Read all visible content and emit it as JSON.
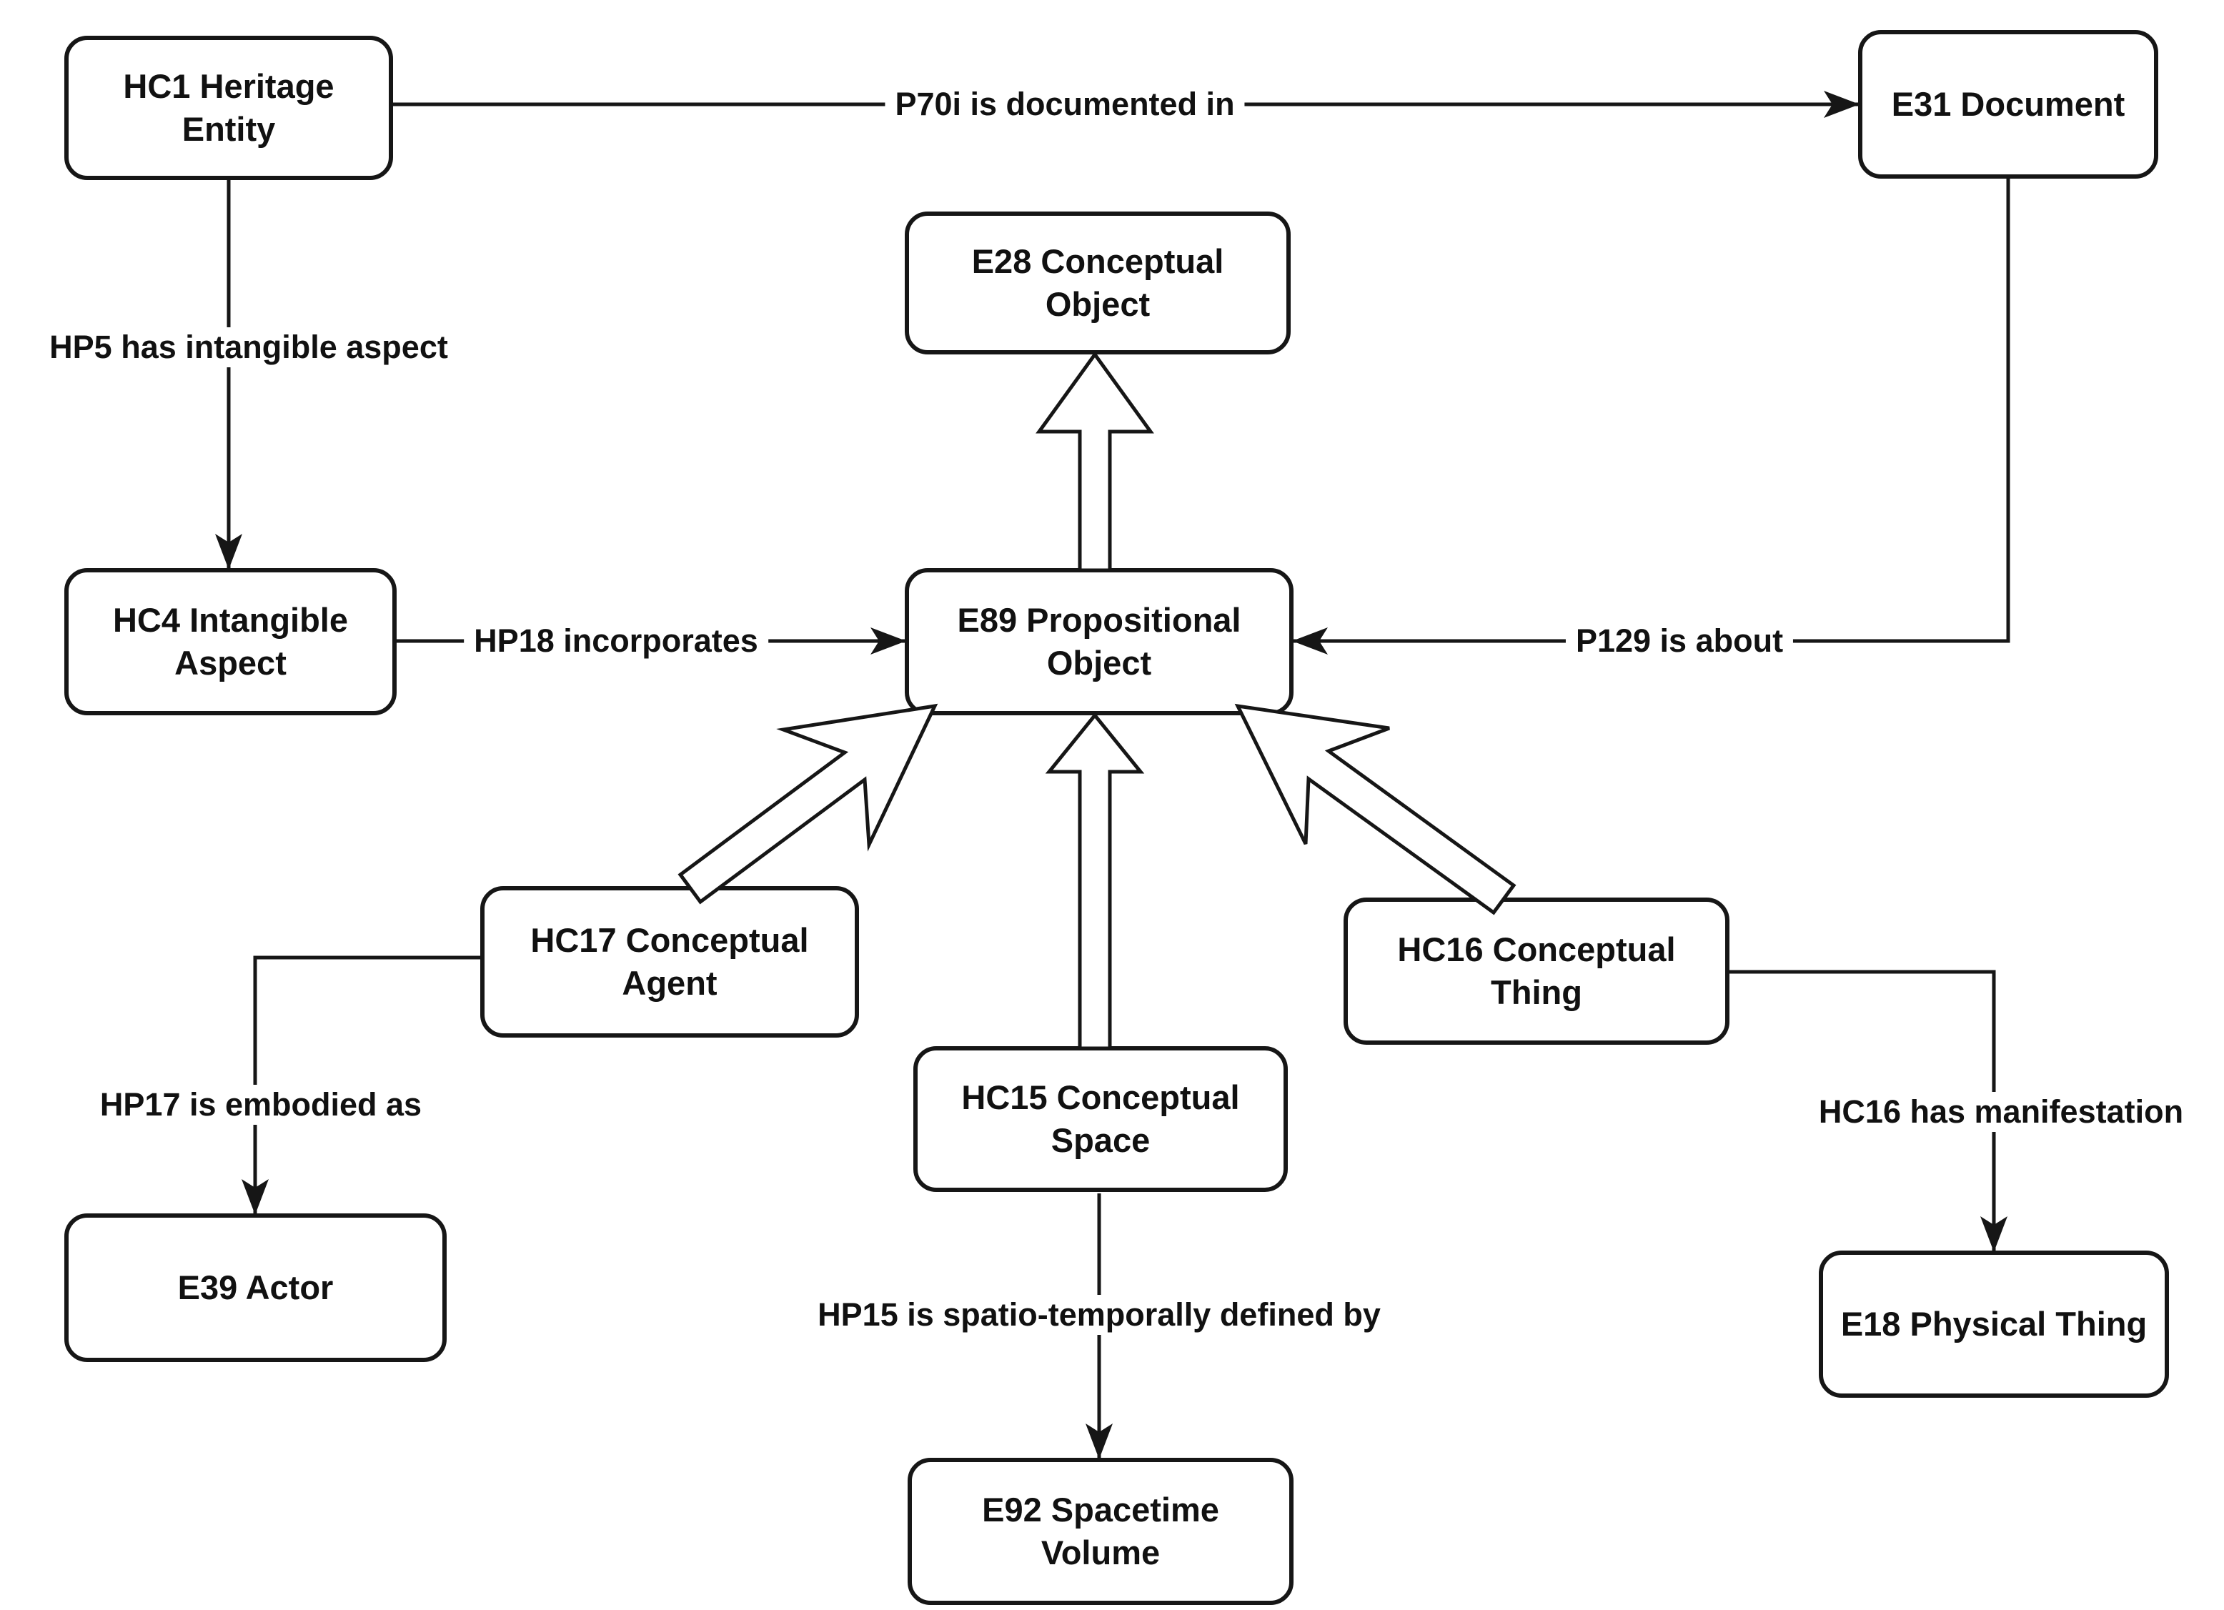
{
  "canvas": {
    "background": "#ffffff",
    "line_color": "#161616",
    "node_fill": "#ffffff",
    "node_border": "#161616",
    "text_color": "#111111"
  },
  "nodes": {
    "hc1": {
      "label": "HC1 Heritage\nEntity"
    },
    "e31": {
      "label": "E31 Document"
    },
    "e28": {
      "label": "E28 Conceptual\nObject"
    },
    "e89": {
      "label": "E89 Propositional\nObject"
    },
    "hc4": {
      "label": "HC4 Intangible\nAspect"
    },
    "hc17": {
      "label": "HC17 Conceptual\nAgent"
    },
    "hc16": {
      "label": "HC16 Conceptual\nThing"
    },
    "hc15": {
      "label": "HC15 Conceptual\nSpace"
    },
    "e39": {
      "label": "E39 Actor"
    },
    "e18": {
      "label": "E18 Physical Thing"
    },
    "e92": {
      "label": "E92 Spacetime\nVolume"
    }
  },
  "edges": {
    "p70i": {
      "label": "P70i is documented in",
      "from": "HC1 Heritage Entity",
      "to": "E31 Document",
      "style": "solid-arrow"
    },
    "hp5": {
      "label": "HP5 has intangible aspect",
      "from": "HC1 Heritage Entity",
      "to": "HC4 Intangible Aspect",
      "style": "solid-arrow"
    },
    "hp18": {
      "label": "HP18 incorporates",
      "from": "HC4 Intangible Aspect",
      "to": "E89 Propositional Object",
      "style": "solid-arrow"
    },
    "p129": {
      "label": "P129 is about",
      "from": "E31 Document",
      "to": "E89 Propositional Object",
      "style": "solid-arrow"
    },
    "hp17": {
      "label": "HP17 is embodied as",
      "from": "HC17 Conceptual Agent",
      "to": "E39 Actor",
      "style": "solid-arrow"
    },
    "hc16m": {
      "label": "HC16 has manifestation",
      "from": "HC16 Conceptual Thing",
      "to": "E18 Physical Thing",
      "style": "solid-arrow"
    },
    "hp15": {
      "label": "HP15 is spatio-temporally defined by",
      "from": "HC15 Conceptual Space",
      "to": "E92 Spacetime Volume",
      "style": "solid-arrow"
    },
    "gen_e89_e28": {
      "label": "",
      "from": "E89 Propositional Object",
      "to": "E28 Conceptual Object",
      "style": "hollow-subclass-arrow"
    },
    "gen_hc17_e89": {
      "label": "",
      "from": "HC17 Conceptual Agent",
      "to": "E89 Propositional Object",
      "style": "hollow-subclass-arrow"
    },
    "gen_hc15_e89": {
      "label": "",
      "from": "HC15 Conceptual Space",
      "to": "E89 Propositional Object",
      "style": "hollow-subclass-arrow"
    },
    "gen_hc16_e89": {
      "label": "",
      "from": "HC16 Conceptual Thing",
      "to": "E89 Propositional Object",
      "style": "hollow-subclass-arrow"
    }
  }
}
